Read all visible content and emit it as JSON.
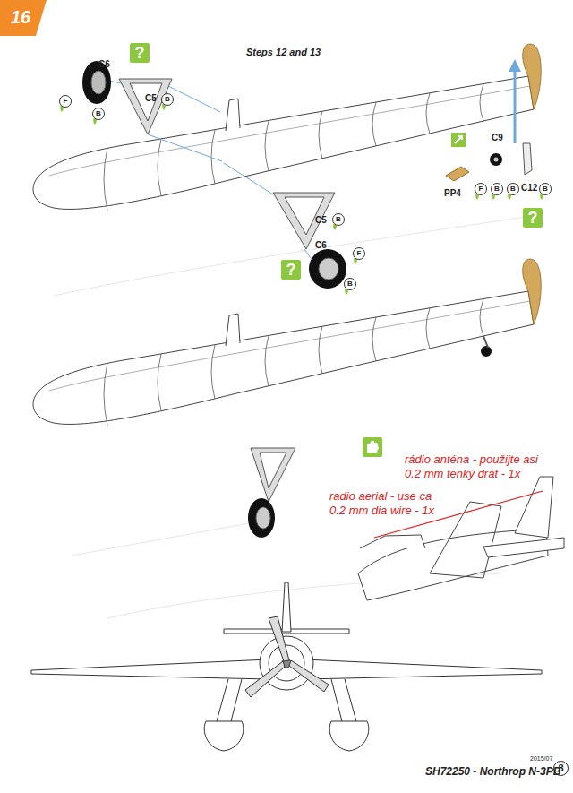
{
  "diagram": {
    "labels": [
      "16",
      "Steps 12 and 13",
      "?",
      "C6",
      "F",
      "B",
      "C5",
      "B",
      "C9",
      "PP4",
      "F",
      "B",
      "B",
      "C12",
      "B",
      "?",
      "C5",
      "B",
      "C6",
      "F",
      "B",
      "?",
      "rádio anténa - použijte asi 0.2 mm tenký drát - 1x",
      "radio aerial - use ca 0.2 mm dia wire - 1x",
      "SH72250 - Northrop N-3PB",
      "2015/07",
      "8"
    ]
  }
}
